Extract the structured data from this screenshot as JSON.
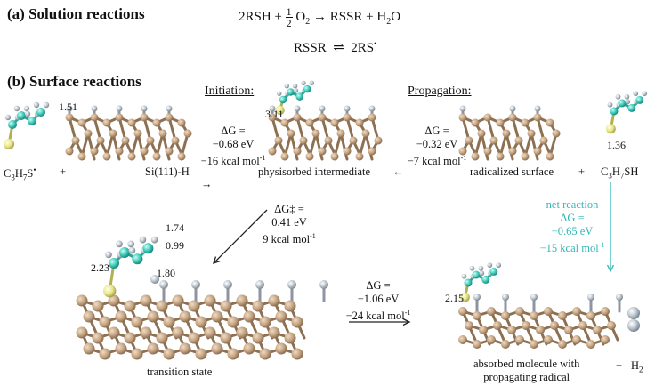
{
  "solution": {
    "heading": "(a) Solution reactions",
    "eq1_left": "2RSH +",
    "eq1_frac_num": "1",
    "eq1_frac_den": "2",
    "eq1_o2": "O",
    "eq1_o2_sub": "2",
    "eq1_arrow": "→",
    "eq1_right": "RSSR + H",
    "eq1_right_sub": "2",
    "eq1_right_end": "O",
    "eq2_left": "RSSR",
    "eq2_arrow": "⇌",
    "eq2_right": "2RS",
    "eq2_dot": "•"
  },
  "surface": {
    "heading": "(b) Surface reactions",
    "initiation_label": "Initiation:",
    "propagation_label": "Propagation:",
    "species": {
      "c3h7s_radical": "C3H7S•",
      "si111h": "Si(111)-H",
      "physisorbed": "physisorbed intermediate",
      "radicalized": "radicalized surface",
      "c3h7sh": "C3H7SH",
      "transition": "transition state",
      "absorbed_line1": "absorbed molecule with",
      "absorbed_line2": "propagating radical",
      "h2": "H2"
    },
    "plus": "+",
    "distances": {
      "d151": "1.51",
      "d311": "3.11",
      "d136": "1.36",
      "d174": "1.74",
      "d099": "0.99",
      "d223": "2.23",
      "d180": "1.80",
      "d215": "2.15"
    },
    "energies": {
      "initiation": {
        "dg": "ΔG =",
        "ev": "−0.68 eV",
        "kcal": "−16  kcal mol",
        "exp": "-1"
      },
      "propagation": {
        "dg": "ΔG =",
        "ev": "−0.32 eV",
        "kcal": "−7  kcal mol",
        "exp": "-1"
      },
      "barrier": {
        "dg": "ΔG‡ =",
        "ev": "0.41 eV",
        "kcal": "9 kcal mol",
        "exp": "-1"
      },
      "ts_product": {
        "dg": "ΔG =",
        "ev": "−1.06  eV",
        "kcal": "−24  kcal mol",
        "exp": "-1"
      },
      "net": {
        "title": "net reaction",
        "dg": "ΔG =",
        "ev": "−0.65  eV",
        "kcal": "−15  kcal mol",
        "exp": "-1"
      }
    },
    "arrows": {
      "right": "→",
      "left": "←"
    }
  },
  "colors": {
    "silicon": "#c4a482",
    "hydrogen": "#b9c3cc",
    "carbon": "#3cc8b8",
    "sulfur": "#e8e68a",
    "net_reaction": "#33b6b6"
  }
}
